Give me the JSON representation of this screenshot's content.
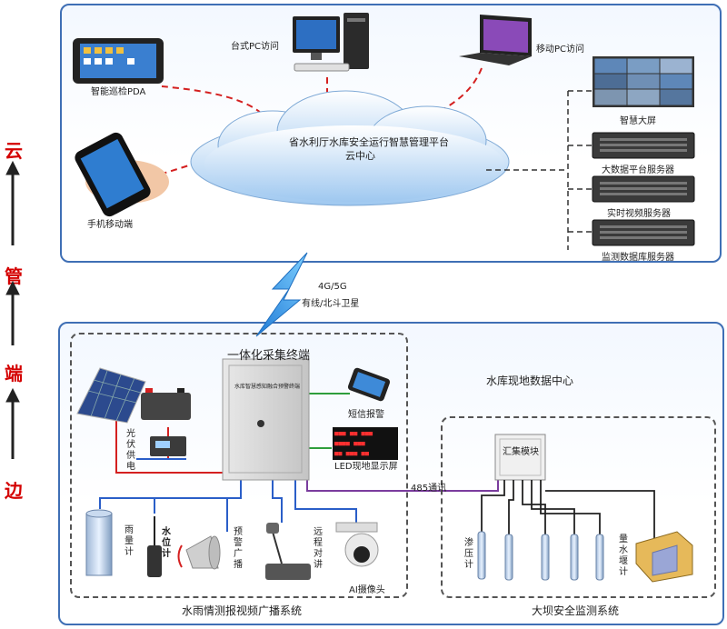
{
  "side_labels": [
    "云",
    "管",
    "端",
    "边"
  ],
  "cloud_panel": {
    "platform_title_line1": "省水利厅水库安全运行智慧管理平台",
    "platform_title_line2": "云中心",
    "devices": {
      "pda": "智能巡检PDA",
      "desktop": "台式PC访问",
      "mobile_pc": "移动PC访问",
      "phone": "手机移动端"
    },
    "servers": {
      "smart_screen": "智慧大屏",
      "big_data": "大数据平台服务器",
      "video": "实时视频服务器",
      "monitor_db": "监测数据库服务器"
    }
  },
  "uplink": {
    "line1": "4G/5G",
    "line2": "有线/北斗卫星"
  },
  "edge_panel": {
    "terminal_title": "一体化采集终端",
    "cabinet_text": "水库智慧感知融合预警终端",
    "solar_label": "光伏供电",
    "sms_label": "短信报警",
    "led_label": "LED现地显示屏",
    "led_text": [
      "■■■ ■■ ■■■",
      "■■■■ ■■■",
      "■■ ■■■ ■■"
    ],
    "rain_gauge": "雨量计",
    "water_level": "水位计",
    "alarm_bcast": "预警广播",
    "remote_talk": "远程对讲",
    "ai_camera": "AI摄像头",
    "link_label": "485通讯",
    "data_center": "水库现地数据中心",
    "collector": "汇集模块",
    "seepage_meter": "渗压计",
    "weir_meter": "量水堰计",
    "system_left": "水雨情测报视频广播系统",
    "system_right": "大坝安全监测系统"
  },
  "colors": {
    "panel_border": "#3f6fb5",
    "red_dash": "#d42020",
    "purple_link": "#7a3c9e",
    "green_link": "#2e9e3c",
    "blue_link": "#2a5ec8",
    "side_red": "#d40000"
  }
}
